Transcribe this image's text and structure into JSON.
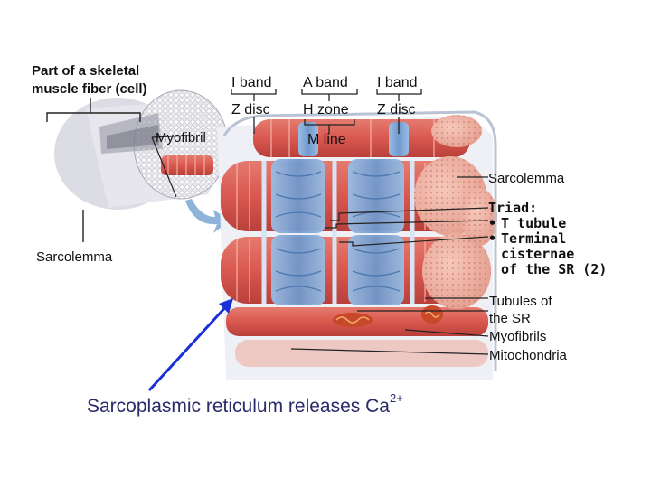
{
  "labels": {
    "fiber_line1": "Part of a skeletal",
    "fiber_line2": "muscle fiber (cell)",
    "i_band_left": "I band",
    "a_band": "A band",
    "i_band_right": "I band",
    "z_disc_left": "Z disc",
    "h_zone": "H zone",
    "z_disc_right": "Z disc",
    "m_line": "M line",
    "myofibril": "Myofibril",
    "sarcolemma_right": "Sarcolemma",
    "sarcolemma_left": "Sarcolemma",
    "triad": "Triad:",
    "t_tubule": "T tubule",
    "terminal_1": "Terminal",
    "terminal_2": "cisternae",
    "terminal_3": "of the SR (2)",
    "tubules_1": "Tubules of",
    "tubules_2": "the SR",
    "myofibrils": "Myofibrils",
    "mitochondria": "Mitochondria"
  },
  "caption": {
    "text": "Sarcoplasmic reticulum releases Ca",
    "superscript": "2+"
  },
  "colors": {
    "muscle_red": "#d9584f",
    "sr_blue": "#7fa6d4",
    "arrow_blue": "#1a2fd6",
    "cisterna_pink": "#f0b3a5"
  }
}
